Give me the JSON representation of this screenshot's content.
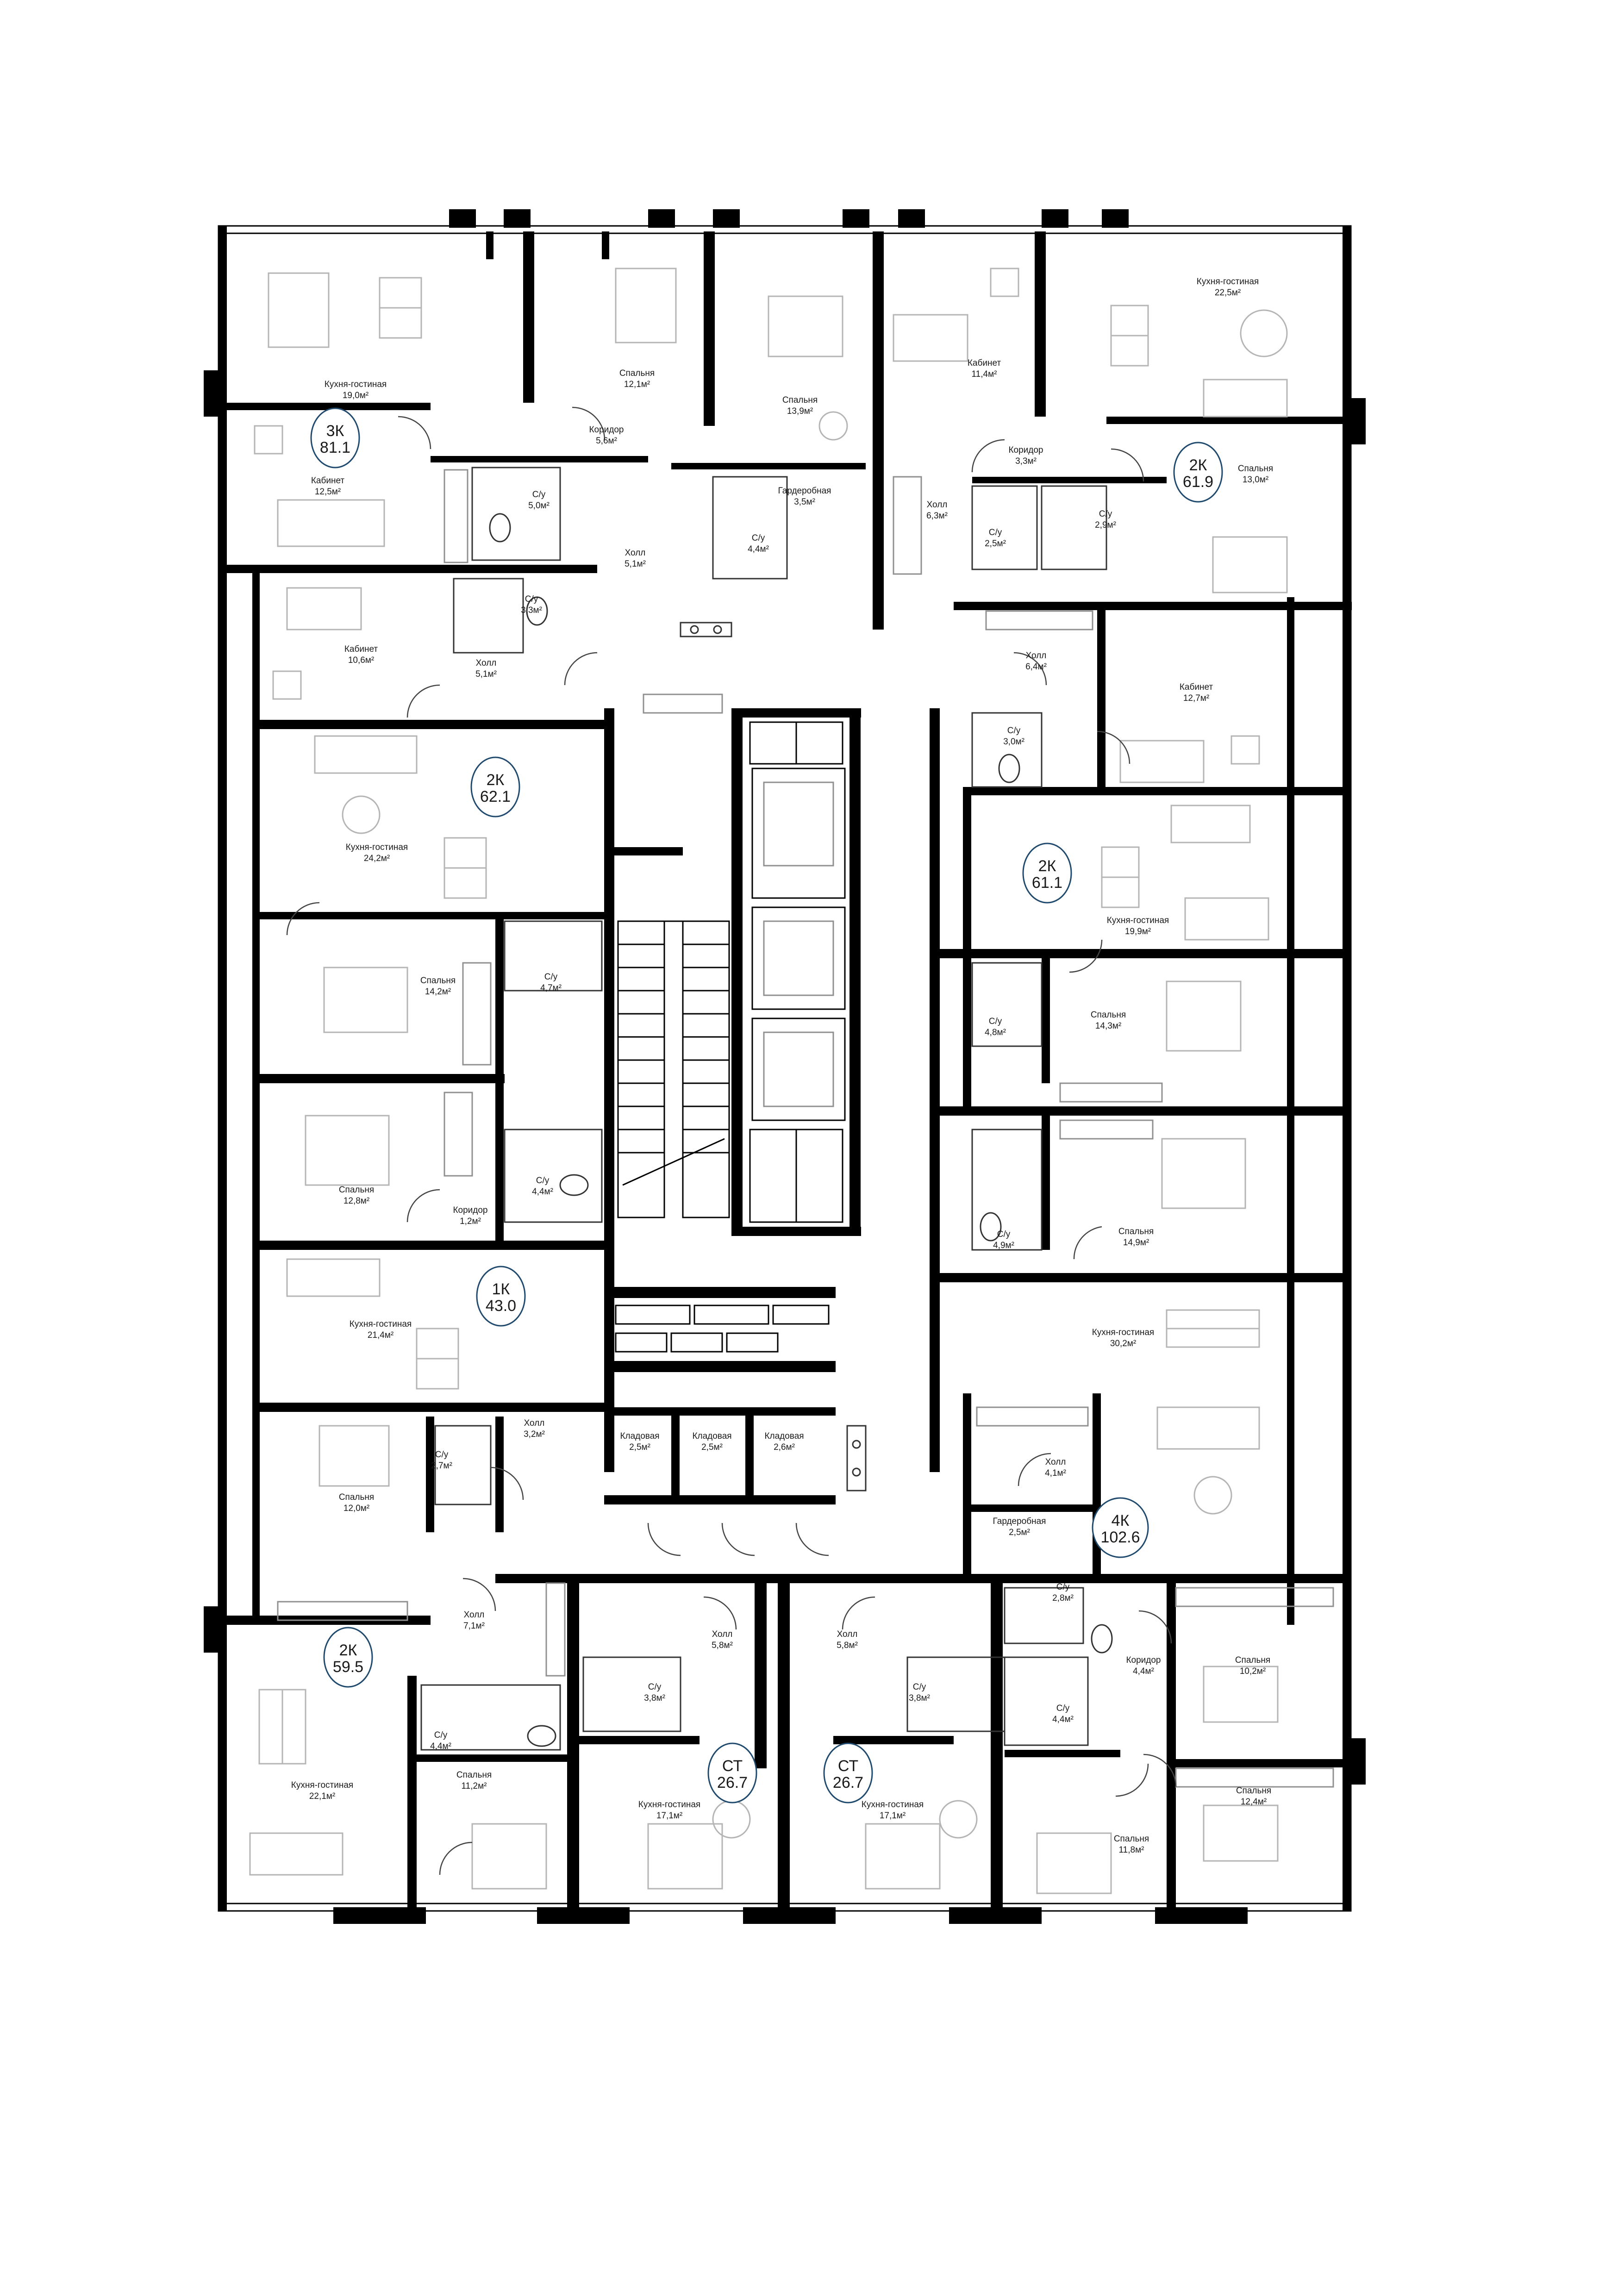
{
  "units": [
    {
      "type": "3К",
      "area": "81.1"
    },
    {
      "type": "2К",
      "area": "61.9"
    },
    {
      "type": "2К",
      "area": "62.1"
    },
    {
      "type": "2К",
      "area": "61.1"
    },
    {
      "type": "1К",
      "area": "43.0"
    },
    {
      "type": "4К",
      "area": "102.6"
    },
    {
      "type": "2К",
      "area": "59.5"
    },
    {
      "type": "СТ",
      "area": "26.7"
    },
    {
      "type": "СТ",
      "area": "26.7"
    }
  ],
  "rooms": [
    {
      "name": "Кухня-гостиная",
      "area": "19,0м²"
    },
    {
      "name": "Спальня",
      "area": "12,1м²"
    },
    {
      "name": "Спальня",
      "area": "13,9м²"
    },
    {
      "name": "Кабинет",
      "area": "11,4м²"
    },
    {
      "name": "Кухня-гостиная",
      "area": "22,5м²"
    },
    {
      "name": "Коридор",
      "area": "5,6м²"
    },
    {
      "name": "Кабинет",
      "area": "12,5м²"
    },
    {
      "name": "С/у",
      "area": "5,0м²"
    },
    {
      "name": "Холл",
      "area": "5,1м²"
    },
    {
      "name": "С/у",
      "area": "4,4м²"
    },
    {
      "name": "Гардеробная",
      "area": "3,5м²"
    },
    {
      "name": "Холл",
      "area": "6,3м²"
    },
    {
      "name": "Коридор",
      "area": "3,3м²"
    },
    {
      "name": "С/у",
      "area": "2,5м²"
    },
    {
      "name": "С/у",
      "area": "2,9м²"
    },
    {
      "name": "Спальня",
      "area": "13,0м²"
    },
    {
      "name": "Кабинет",
      "area": "10,6м²"
    },
    {
      "name": "С/у",
      "area": "3,3м²"
    },
    {
      "name": "Холл",
      "area": "5,1м²"
    },
    {
      "name": "Холл",
      "area": "6,4м²"
    },
    {
      "name": "Кабинет",
      "area": "12,7м²"
    },
    {
      "name": "С/у",
      "area": "3,0м²"
    },
    {
      "name": "Кухня-гостиная",
      "area": "24,2м²"
    },
    {
      "name": "Кухня-гостиная",
      "area": "19,9м²"
    },
    {
      "name": "Спальня",
      "area": "14,2м²"
    },
    {
      "name": "С/у",
      "area": "4,7м²"
    },
    {
      "name": "С/у",
      "area": "4,8м²"
    },
    {
      "name": "Спальня",
      "area": "14,3м²"
    },
    {
      "name": "Спальня",
      "area": "12,8м²"
    },
    {
      "name": "С/у",
      "area": "4,4м²"
    },
    {
      "name": "Коридор",
      "area": "1,2м²"
    },
    {
      "name": "С/у",
      "area": "4,9м²"
    },
    {
      "name": "Спальня",
      "area": "14,9м²"
    },
    {
      "name": "Кухня-гостиная",
      "area": "21,4м²"
    },
    {
      "name": "Кухня-гостиная",
      "area": "30,2м²"
    },
    {
      "name": "Кладовая",
      "area": "2,5м²"
    },
    {
      "name": "Кладовая",
      "area": "2,5м²"
    },
    {
      "name": "Кладовая",
      "area": "2,6м²"
    },
    {
      "name": "С/у",
      "area": "2,7м²"
    },
    {
      "name": "Холл",
      "area": "3,2м²"
    },
    {
      "name": "Спальня",
      "area": "12,0м²"
    },
    {
      "name": "Холл",
      "area": "4,1м²"
    },
    {
      "name": "Гардеробная",
      "area": "2,5м²"
    },
    {
      "name": "Холл",
      "area": "7,1м²"
    },
    {
      "name": "Холл",
      "area": "5,8м²"
    },
    {
      "name": "Холл",
      "area": "5,8м²"
    },
    {
      "name": "С/у",
      "area": "2,8м²"
    },
    {
      "name": "Коридор",
      "area": "4,4м²"
    },
    {
      "name": "Спальня",
      "area": "10,2м²"
    },
    {
      "name": "С/у",
      "area": "3,8м²"
    },
    {
      "name": "С/у",
      "area": "3,8м²"
    },
    {
      "name": "С/у",
      "area": "4,4м²"
    },
    {
      "name": "С/у",
      "area": "4,4м²"
    },
    {
      "name": "Кухня-гостиная",
      "area": "22,1м²"
    },
    {
      "name": "Спальня",
      "area": "11,2м²"
    },
    {
      "name": "Кухня-гостиная",
      "area": "17,1м²"
    },
    {
      "name": "Кухня-гостиная",
      "area": "17,1м²"
    },
    {
      "name": "Спальня",
      "area": "11,8м²"
    },
    {
      "name": "Спальня",
      "area": "12,4м²"
    }
  ]
}
